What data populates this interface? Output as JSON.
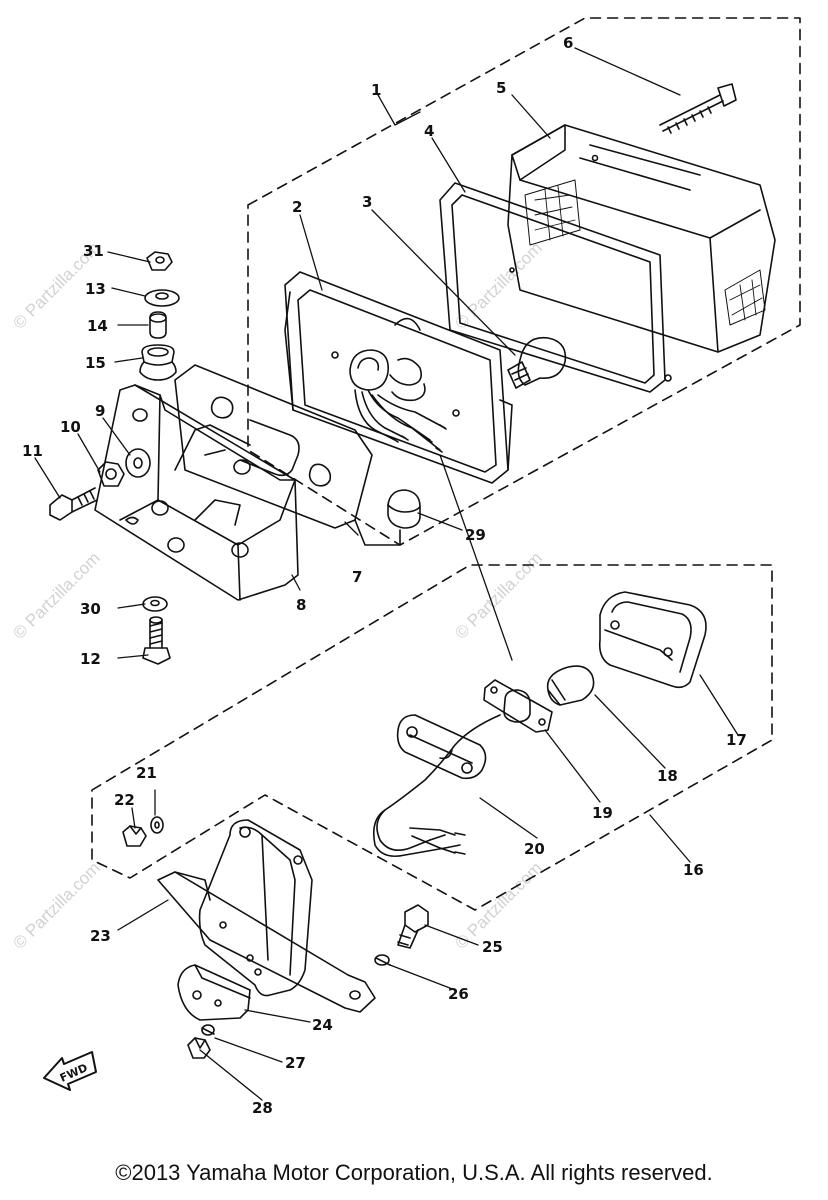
{
  "callouts": [
    "1",
    "2",
    "3",
    "4",
    "5",
    "6",
    "7",
    "8",
    "9",
    "10",
    "11",
    "12",
    "13",
    "14",
    "15",
    "16",
    "17",
    "18",
    "19",
    "20",
    "21",
    "22",
    "23",
    "24",
    "25",
    "26",
    "27",
    "28",
    "29",
    "30",
    "31"
  ],
  "watermark": "© Partzilla.com",
  "fwd_label": "FWD",
  "copyright": "©2013 Yamaha Motor Corporation, U.S.A. All rights reserved.",
  "colors": {
    "ink": "#111111",
    "watermark": "#d2d2d2",
    "background": "#ffffff"
  }
}
